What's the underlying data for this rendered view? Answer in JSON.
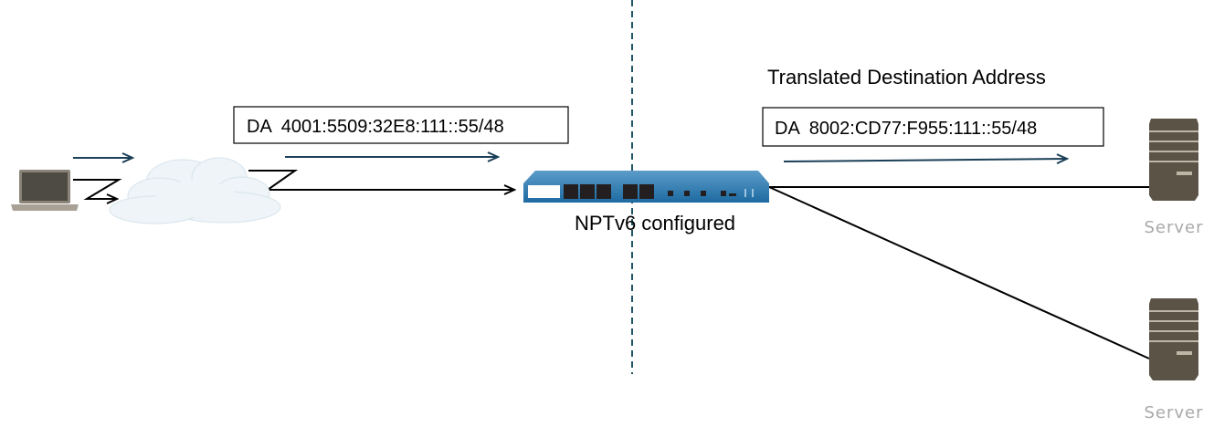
{
  "title": "Translated Destination Address",
  "source_packet": {
    "label": "DA  4001:5509:32E8:111::55/48"
  },
  "translated_packet": {
    "label": "DA  8002:CD77:F955:111::55/48"
  },
  "firewall": {
    "label": "NPTv6 configured"
  },
  "servers": [
    {
      "label": "Server"
    },
    {
      "label": "Server"
    }
  ],
  "colors": {
    "arrow": "#1b3f57",
    "divider": "#1f5566",
    "firewall": "#1d6aa1",
    "server": "#5b5346"
  }
}
